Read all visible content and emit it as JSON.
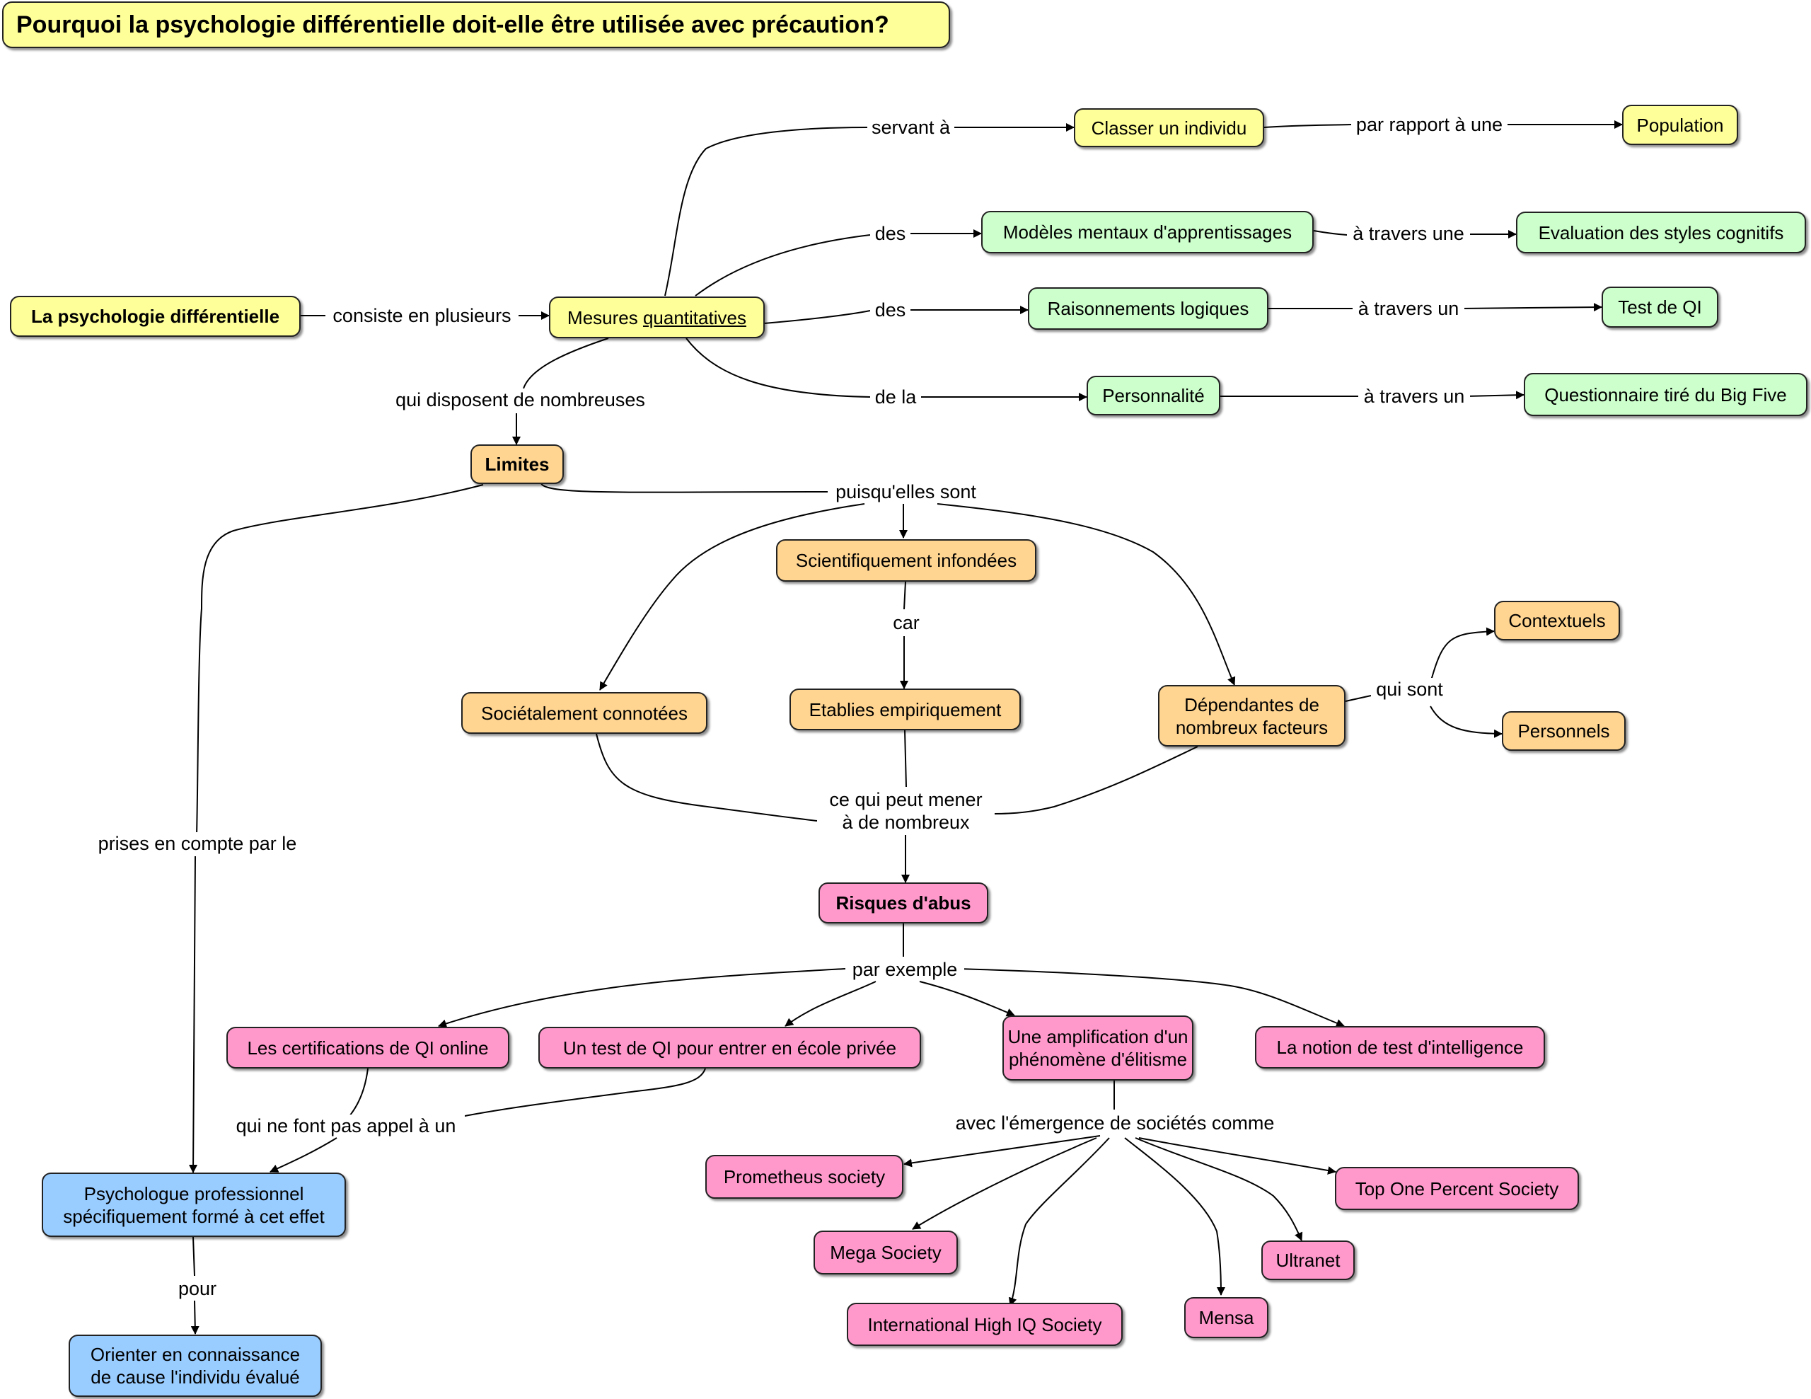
{
  "title": "Pourquoi la psychologie différentielle doit-elle être utilisée avec précaution?",
  "nodes": {
    "psy_diff": "La psychologie différentielle",
    "mesures_a": "Mesures ",
    "mesures_b": "quantitatives",
    "classer": "Classer un individu",
    "population": "Population",
    "modeles": "Modèles mentaux d'apprentissages",
    "evaluation": "Evaluation des styles cognitifs",
    "raisonnements": "Raisonnements logiques",
    "test_qi": "Test de QI",
    "personnalite": "Personnalité",
    "questionnaire": "Questionnaire tiré du Big Five",
    "limites": "Limites",
    "scientifiquement": "Scientifiquement infondées",
    "etablies": "Etablies empiriquement",
    "societalement": "Sociétalement connotées",
    "dependantes_1": "Dépendantes de",
    "dependantes_2": "nombreux facteurs",
    "contextuels": "Contextuels",
    "personnels": "Personnels",
    "risques": "Risques d'abus",
    "certifications": "Les certifications de QI online",
    "test_ecole": "Un test de QI pour entrer en école privée",
    "amplification_1": "Une amplification d'un",
    "amplification_2": "phénomène d'élitisme",
    "notion": "La notion de test d'intelligence",
    "prometheus": "Prometheus society",
    "mega": "Mega Society",
    "ihiq": "International High IQ Society",
    "mensa": "Mensa",
    "ultranet": "Ultranet",
    "top_one": "Top One Percent Society",
    "psychologue_1": "Psychologue professionnel",
    "psychologue_2": "spécifiquement formé à cet effet",
    "orienter_1": "Orienter en connaissance",
    "orienter_2": "de cause l'individu évalué"
  },
  "links": {
    "consiste": "consiste en plusieurs",
    "servant": "servant à",
    "par_rapport": "par rapport à une",
    "des_1": "des",
    "des_2": "des",
    "de_la": "de la",
    "a_travers_une": "à travers une",
    "a_travers_un_1": "à travers un",
    "a_travers_un_2": "à travers un",
    "qui_disposent": "qui disposent de nombreuses",
    "puisqu": "puisqu'elles sont",
    "car": "car",
    "qui_sont": "qui sont",
    "ce_qui_1": "ce qui peut mener",
    "ce_qui_2": "à de nombreux",
    "par_exemple": "par exemple",
    "avec": "avec l'émergence de sociétés comme",
    "qui_ne_font": "qui ne font pas appel à un",
    "prises": "prises en compte par le",
    "pour": "pour"
  },
  "colors": {
    "yellow": "#ffff99",
    "green": "#ccffcc",
    "orange": "#ffd591",
    "pink": "#ff99cc",
    "blue": "#99ccff"
  }
}
